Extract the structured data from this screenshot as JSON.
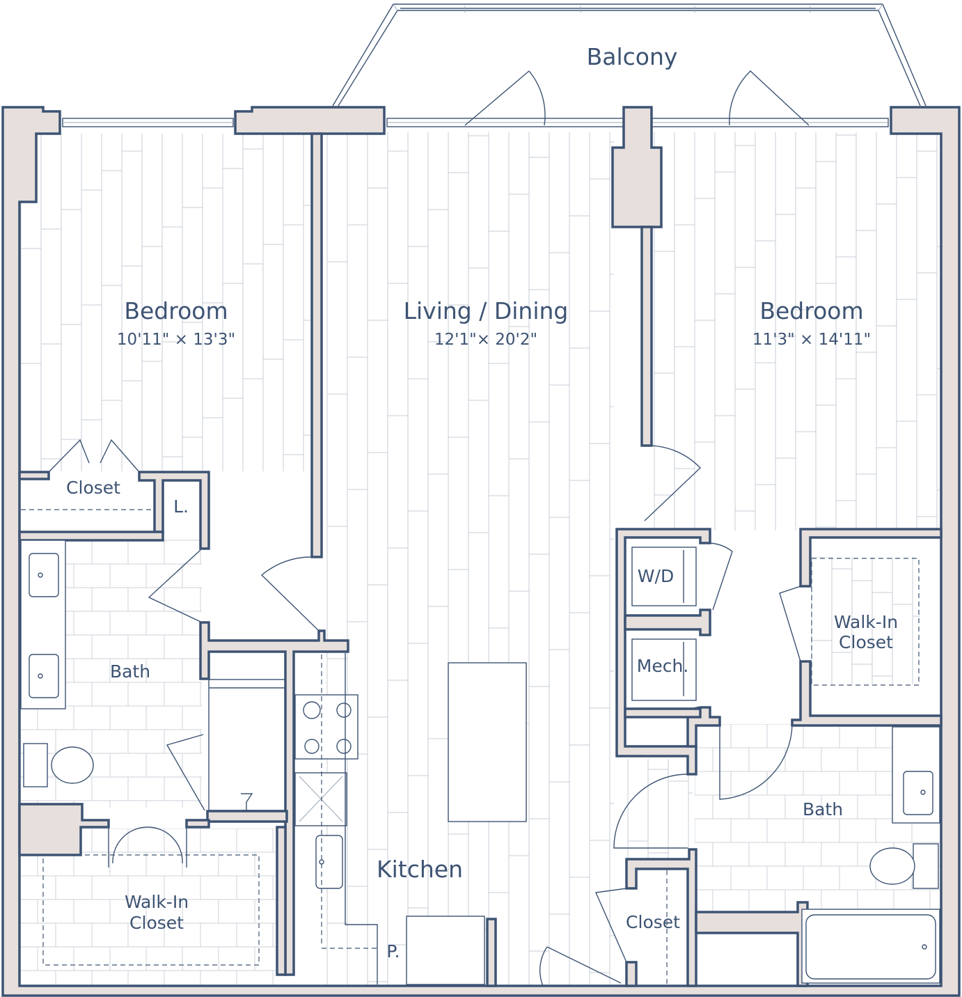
{
  "rooms": {
    "balcony": "Balcony",
    "bedroom_left": {
      "name": "Bedroom",
      "size": "10'11\" × 13'3\""
    },
    "living": {
      "name": "Living / Dining",
      "size": "12'1\"× 20'2\""
    },
    "bedroom_right": {
      "name": "Bedroom",
      "size": "11'3\" × 14'11\""
    },
    "closet_left": "Closet",
    "linen": "L.",
    "bath_left": "Bath",
    "walkin_left": [
      "Walk-In",
      "Closet"
    ],
    "kitchen": "Kitchen",
    "pantry": "P.",
    "wd": "W/D",
    "mech": "Mech.",
    "walkin_right": [
      "Walk-In",
      "Closet"
    ],
    "bath_right": "Bath",
    "closet_right": "Closet"
  },
  "colors": {
    "wall_fill": "#e6dfdc",
    "line": "#3d5373",
    "floor_line": "#c7ccd4"
  }
}
